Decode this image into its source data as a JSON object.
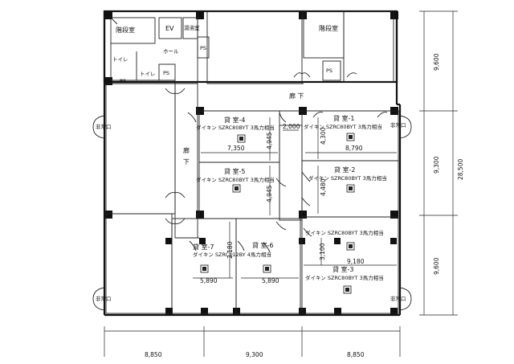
{
  "rooms": {
    "stair_left": "階段室",
    "ev": "EV",
    "hall": "ホール",
    "toilet_1": "トイレ",
    "toilet_2": "トイレ",
    "ps_1": "PS",
    "ps_2": "PS",
    "ps_3": "PS",
    "ps_4": "PS",
    "stair_right": "階段室",
    "corridor_top": "廊 下",
    "corridor_left_1": "廊",
    "corridor_left_2": "下",
    "emergency_tl": "非常口",
    "emergency_tr": "非常口",
    "emergency_bl": "非常口",
    "emergency_br": "非常口",
    "small_label": "湯沸室"
  },
  "units": [
    {
      "name": "貸 室-4",
      "ac": "ダイキン SZRC80BYT 3馬力相当"
    },
    {
      "name": "貸 室-1",
      "ac": "ダイキン SZRC80BYT 3馬力相当"
    },
    {
      "name": "貸 室-5",
      "ac": "ダイキン SZRC80BYT 3馬力相当"
    },
    {
      "name": "貸 室-2",
      "ac": "ダイキン SZRC80BYT 3馬力相当"
    },
    {
      "name": "貸 室-7",
      "ac": "ダイキン SZRC112BY 4馬力相当"
    },
    {
      "name": "貸 室-6",
      "ac": ""
    },
    {
      "name": "貸 室-3",
      "ac": "ダイキン SZRC80BYT 3馬力相当"
    }
  ],
  "extra_ac_label": "ダイキン SZRC80BYT 3馬力相当",
  "dimensions": {
    "d_7350": "7,350",
    "d_4945a": "4,945",
    "d_2000": "2,000",
    "d_4300": "4,300",
    "d_8790": "8,790",
    "d_4945b": "4,945",
    "d_4480": "4,480",
    "d_5890a": "5,890",
    "d_5890b": "5,890",
    "d_3100": "3,100",
    "d_9180": "9,180",
    "d_2180": "2,180",
    "bottom_left": "8,850",
    "bottom_mid": "9,300",
    "bottom_right": "8,850",
    "right_top": "9,600",
    "right_mid": "9,300",
    "right_bot": "9,600",
    "right_total": "28,500"
  }
}
